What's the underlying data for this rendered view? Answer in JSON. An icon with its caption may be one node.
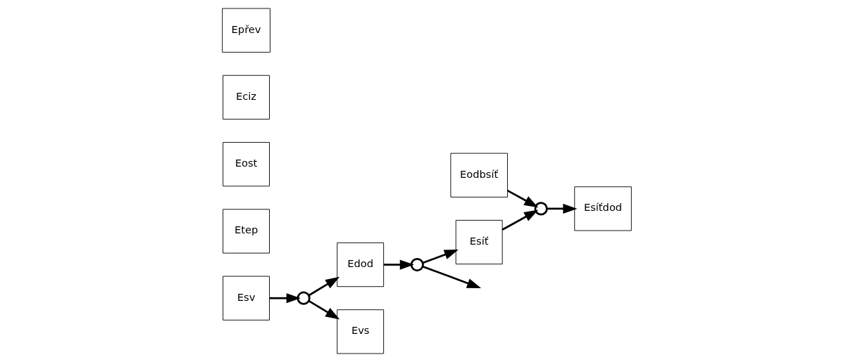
{
  "diagram": {
    "nodes": [
      {
        "text": [
          "Eodbsíť"
        ]
      },
      {
        "text": [
          "Esv"
        ]
      },
      {
        "text": [],
        "shape": "circle"
      },
      {
        "text": [
          "Edod"
        ]
      },
      {
        "text": [],
        "shape": "circle"
      },
      {
        "text": [
          "Esíť"
        ]
      },
      {
        "text": [],
        "shape": "circle"
      },
      {
        "text": [
          "Esíťdod"
        ]
      },
      {
        "text": [
          "Evs"
        ]
      },
      {
        "text": [
          "Etep"
        ]
      },
      {
        "text": [
          "Eost"
        ]
      },
      {
        "text": [
          "Eciz"
        ]
      },
      {
        "text": [
          "Epřev"
        ]
      }
    ],
    "edges": [
      {
        "from": 1,
        "to": 2,
        "arrow": "to"
      },
      {
        "from": 2,
        "to": 3,
        "arrow": "to"
      },
      {
        "from": 2,
        "to": 8,
        "arrow": "to"
      },
      {
        "from": 3,
        "to": 4,
        "arrow": "to"
      },
      {
        "from": 4,
        "to": 5,
        "arrow": "to"
      },
      {
        "from": 4,
        "to": null,
        "arrow": "to"
      },
      {
        "from": 5,
        "to": 6,
        "arrow": "to"
      },
      {
        "from": 0,
        "to": 6,
        "arrow": "to"
      },
      {
        "from": 6,
        "to": 7,
        "arrow": "to"
      }
    ]
  }
}
